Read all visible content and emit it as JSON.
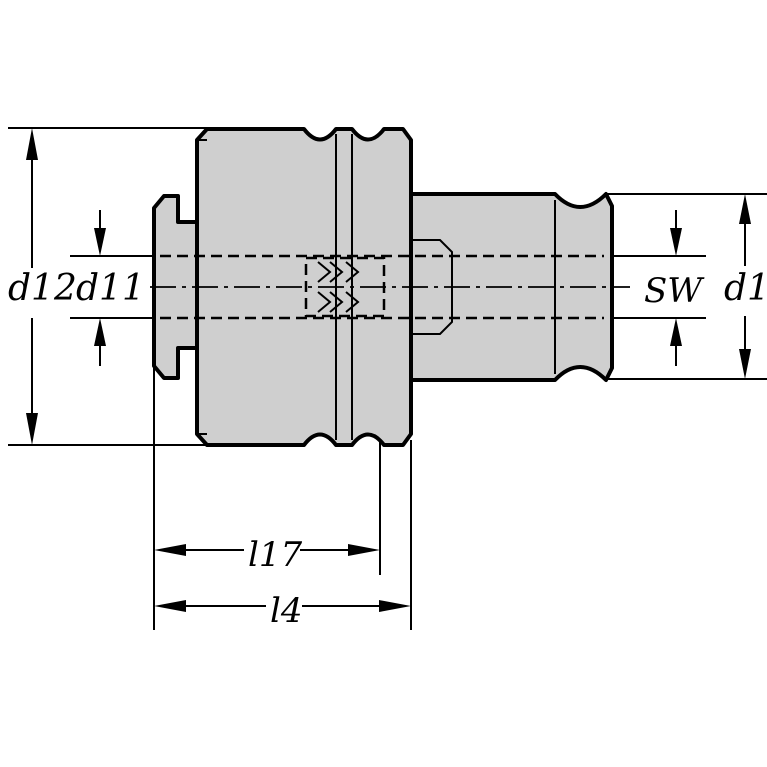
{
  "drawing": {
    "labels": {
      "d12": "d12",
      "d11": "d11",
      "sw": "SW",
      "d1": "d1",
      "l17": "l17",
      "l4": "l4"
    }
  }
}
